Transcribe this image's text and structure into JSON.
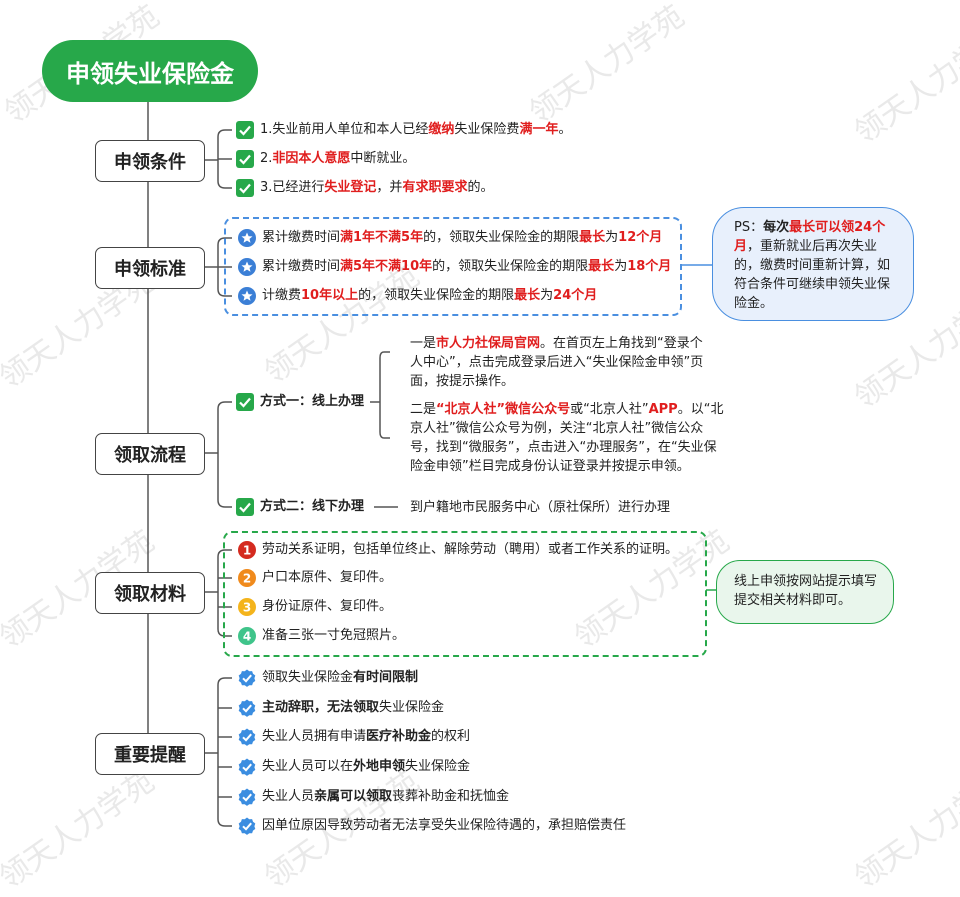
{
  "root": "申领失业保险金",
  "topics": {
    "t1": "申领条件",
    "t2": "申领标准",
    "t3": "领取流程",
    "t4": "领取材料",
    "t5": "重要提醒"
  },
  "conditions": [
    {
      "a": "1.失业前用人单位和本人已经",
      "b": "缴纳",
      "c": "失业保险费",
      "d": "满一年",
      "e": "。"
    },
    {
      "a": "2.",
      "b": "非因本人意愿",
      "c": "中断就业。"
    },
    {
      "a": "3.已经进行",
      "b": "失业登记",
      "c": "，并",
      "d": "有求职要求",
      "e": "的。"
    }
  ],
  "standards": [
    {
      "a": "累计缴费时间",
      "b": "满1年不满5年",
      "c": "的，领取失业保险金的期限",
      "d": "最长",
      "e": "为",
      "f": "12个月"
    },
    {
      "a": "累计缴费时间",
      "b": "满5年不满10年",
      "c": "的，领取失业保险金的期限",
      "d": "最长",
      "e": "为",
      "f": "18个月"
    },
    {
      "a": "计缴费",
      "b": "10年以上",
      "c": "的，领取失业保险金的期限",
      "d": "最长",
      "e": "为",
      "f": "24个月"
    }
  ],
  "ps_note": {
    "a": "PS：",
    "b": "每次",
    "c": "最长可以领24个月",
    "d": "，重新就业后再次失业的，缴费时间重新计算，如符合条件可继续申领失业保险金。"
  },
  "process": {
    "online_label": "方式一：线上办理",
    "offline_label": "方式二：线下办理",
    "online_1": {
      "a": "一是",
      "b": "市人力社保局官网",
      "c": "。在首页左上角找到“登录个人中心”，点击完成登录后进入“失业保险金申领”页面，按提示操作。"
    },
    "online_2": {
      "a": "二是",
      "b": "“北京人社”微信公众号",
      "c": "或“北京人社”",
      "d": "APP",
      "e": "。以“北京人社”微信公众号为例，关注“北京人社”微信公众号，找到“微服务”，点击进入“办理服务”，在“失业保险金申领”栏目完成身份认证登录并按提示申领。"
    },
    "offline_text": "到户籍地市民服务中心（原社保所）进行办理"
  },
  "materials": [
    {
      "num": "1",
      "color": "#d42a1f",
      "text": "劳动关系证明，包括单位终止、解除劳动（聘用）或者工作关系的证明。"
    },
    {
      "num": "2",
      "color": "#f08a1c",
      "text": "户口本原件、复印件。"
    },
    {
      "num": "3",
      "color": "#f4b41c",
      "text": "身份证原件、复印件。"
    },
    {
      "num": "4",
      "color": "#3fc48a",
      "text": "准备三张一寸免冠照片。"
    }
  ],
  "materials_note": "线上申领按网站提示填写提交相关材料即可。",
  "reminders": [
    {
      "a": "领取失业保险金",
      "b": "有时间限制",
      "c": ""
    },
    {
      "a": "",
      "b": "主动辞职",
      "c": "，",
      "d": "无法领取",
      "e": "失业保险金"
    },
    {
      "a": "失业人员拥有申请",
      "b": "医疗补助金",
      "c": "的权利"
    },
    {
      "a": "失业人员可以在",
      "b": "外地申领",
      "c": "失业保险金"
    },
    {
      "a": "失业人员",
      "b": "亲属可以领取",
      "c": "丧葬补助金和抚恤金"
    },
    {
      "a": "因单位原因导致劳动者无法享受失业保险待遇的，承担赔偿责任",
      "b": "",
      "c": ""
    }
  ],
  "watermark": "领天人力学苑",
  "colors": {
    "green": "#27a84a",
    "red": "#e01e1e",
    "blue": "#4a8fe0",
    "check_blue": "#3b8de0"
  }
}
